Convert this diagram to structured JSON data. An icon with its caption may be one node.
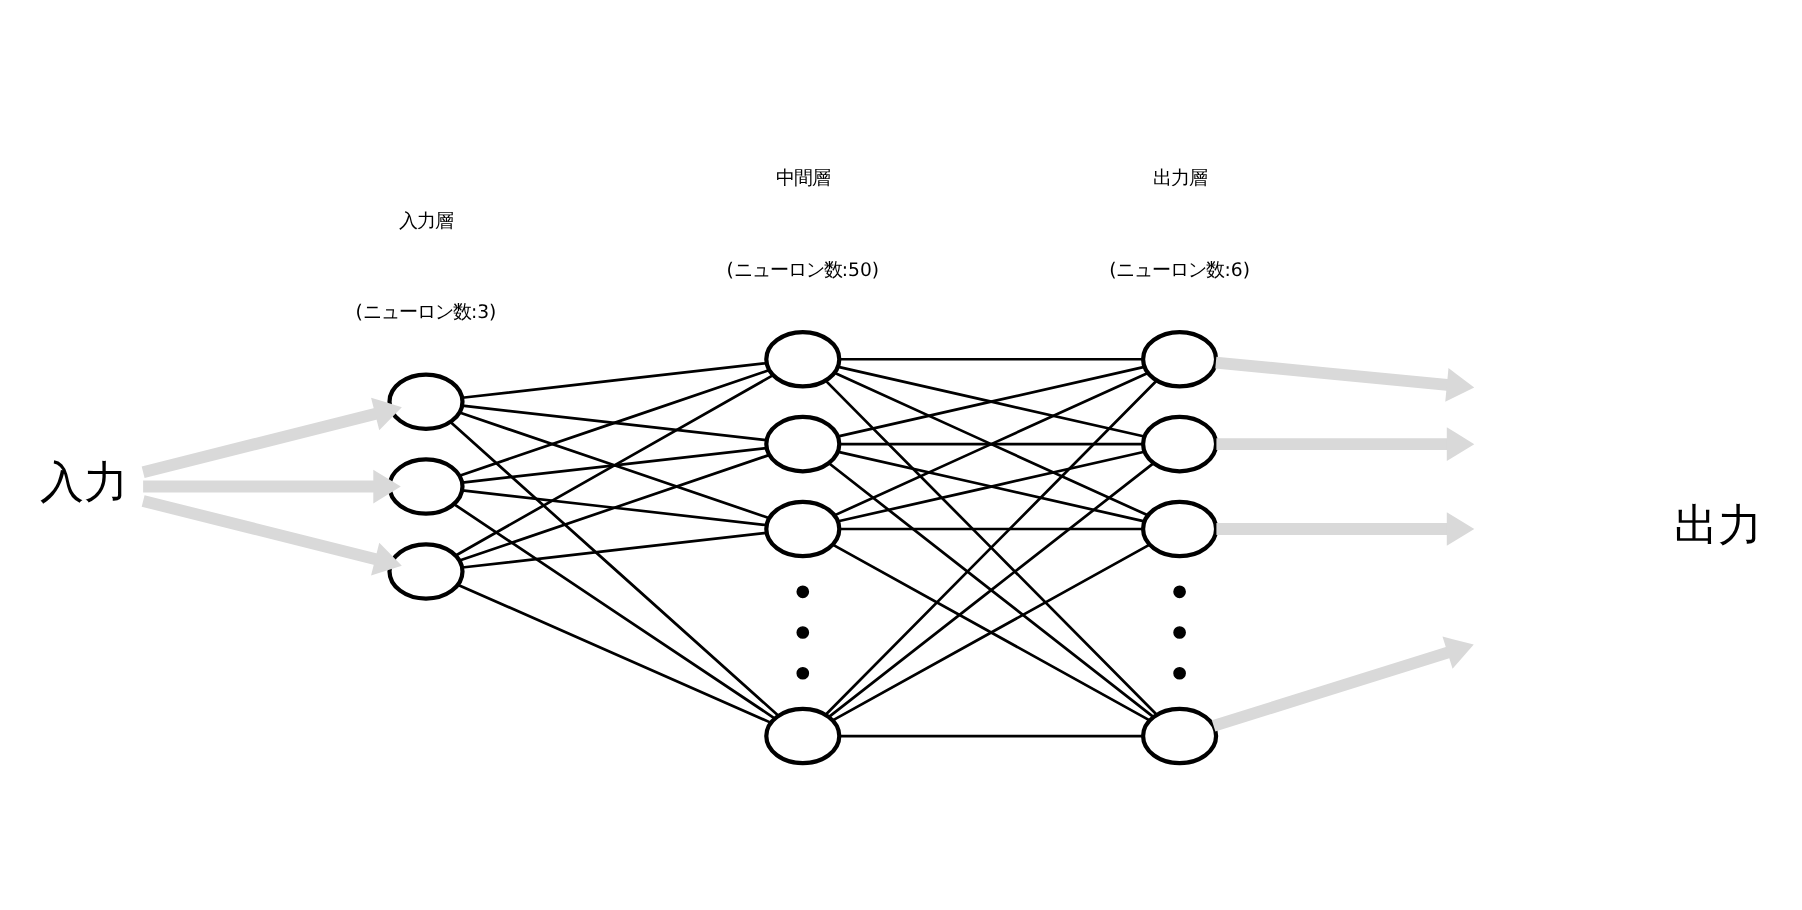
{
  "diagram": {
    "nodes": [
      {
        "text": [
          "入力"
        ]
      },
      {
        "text": [],
        "shape": "circle"
      },
      {
        "text": [],
        "shape": "circle"
      },
      {
        "text": [],
        "shape": "circle"
      },
      {
        "text": [],
        "shape": "circle"
      },
      {
        "text": [],
        "shape": "circle"
      },
      {
        "text": [],
        "shape": "circle"
      },
      {
        "text": [],
        "shape": "circle"
      },
      {
        "text": [],
        "shape": "circle"
      },
      {
        "text": [],
        "shape": "circle"
      },
      {
        "text": [],
        "shape": "circle"
      },
      {
        "text": [],
        "shape": "circle"
      }
    ],
    "edges": [
      {
        "from": 0,
        "to": 1,
        "arrow": "to",
        "style": "thick",
        "color": "#d9d9d9"
      },
      {
        "from": 0,
        "to": 2,
        "arrow": "to",
        "style": "thick",
        "color": "#d9d9d9"
      },
      {
        "from": 0,
        "to": 3,
        "arrow": "to",
        "style": "thick",
        "color": "#d9d9d9"
      },
      {
        "from": 1,
        "to": 4,
        "arrow": "none"
      },
      {
        "from": 1,
        "to": 5,
        "arrow": "none"
      },
      {
        "from": 1,
        "to": 6,
        "arrow": "none"
      },
      {
        "from": 1,
        "to": 7,
        "arrow": "none"
      },
      {
        "from": 2,
        "to": 4,
        "arrow": "none"
      },
      {
        "from": 2,
        "to": 5,
        "arrow": "none"
      },
      {
        "from": 2,
        "to": 6,
        "arrow": "none"
      },
      {
        "from": 2,
        "to": 7,
        "arrow": "none"
      },
      {
        "from": 3,
        "to": 4,
        "arrow": "none"
      },
      {
        "from": 3,
        "to": 5,
        "arrow": "none"
      },
      {
        "from": 3,
        "to": 6,
        "arrow": "none"
      },
      {
        "from": 3,
        "to": 7,
        "arrow": "none"
      },
      {
        "from": 4,
        "to": 8,
        "arrow": "none"
      },
      {
        "from": 4,
        "to": 9,
        "arrow": "none"
      },
      {
        "from": 4,
        "to": 10,
        "arrow": "none"
      },
      {
        "from": 4,
        "to": 11,
        "arrow": "none"
      },
      {
        "from": 5,
        "to": 8,
        "arrow": "none"
      },
      {
        "from": 5,
        "to": 9,
        "arrow": "none"
      },
      {
        "from": 5,
        "to": 10,
        "arrow": "none"
      },
      {
        "from": 5,
        "to": 11,
        "arrow": "none"
      },
      {
        "from": 6,
        "to": 8,
        "arrow": "none"
      },
      {
        "from": 6,
        "to": 9,
        "arrow": "none"
      },
      {
        "from": 6,
        "to": 10,
        "arrow": "none"
      },
      {
        "from": 6,
        "to": 11,
        "arrow": "none"
      },
      {
        "from": 7,
        "to": 8,
        "arrow": "none"
      },
      {
        "from": 7,
        "to": 9,
        "arrow": "none"
      },
      {
        "from": 7,
        "to": 10,
        "arrow": "none"
      },
      {
        "from": 7,
        "to": 11,
        "arrow": "none"
      },
      {
        "from": 8,
        "to": null,
        "arrow": "to",
        "style": "thick",
        "color": "#d9d9d9"
      },
      {
        "from": 9,
        "to": null,
        "arrow": "to",
        "style": "thick",
        "color": "#d9d9d9"
      },
      {
        "from": 10,
        "to": null,
        "arrow": "to",
        "style": "thick",
        "color": "#d9d9d9"
      },
      {
        "from": 11,
        "to": null,
        "arrow": "to",
        "style": "thick",
        "color": "#d9d9d9"
      }
    ],
    "labels": [
      "入力層",
      "中間層",
      "出力層",
      "(ニューロン数:3)",
      "(ニューロン数:50)",
      "(ニューロン数:6)",
      "出力"
    ]
  }
}
